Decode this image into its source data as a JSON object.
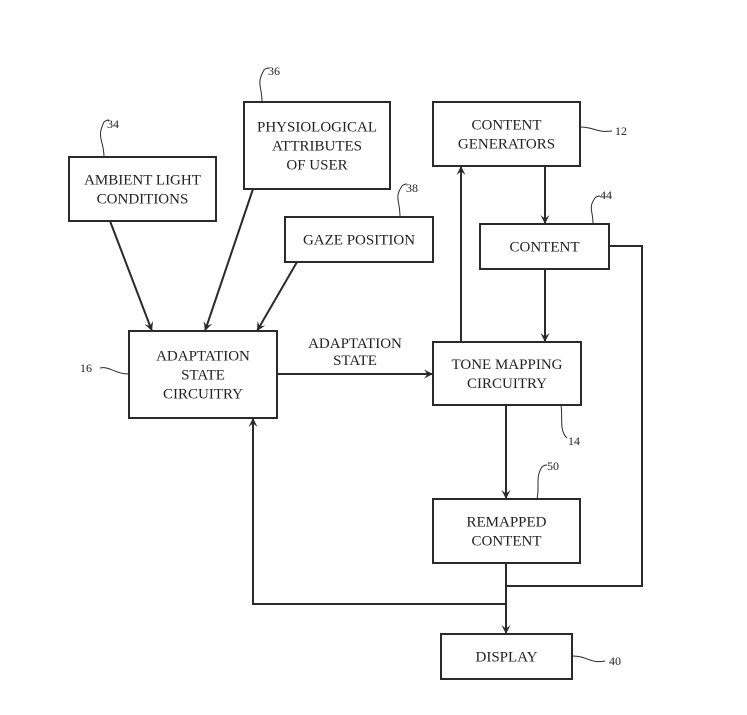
{
  "diagram": {
    "type": "block-diagram",
    "nodes": [
      {
        "id": "ambient",
        "lines": [
          "AMBIENT LIGHT",
          "CONDITIONS"
        ],
        "ref": "34"
      },
      {
        "id": "physio",
        "lines": [
          "PHYSIOLOGICAL",
          "ATTRIBUTES",
          "OF USER"
        ],
        "ref": "36"
      },
      {
        "id": "gaze",
        "lines": [
          "GAZE POSITION"
        ],
        "ref": "38"
      },
      {
        "id": "adaptation",
        "lines": [
          "ADAPTATION",
          "STATE",
          "CIRCUITRY"
        ],
        "ref": "16"
      },
      {
        "id": "generators",
        "lines": [
          "CONTENT",
          "GENERATORS"
        ],
        "ref": "12"
      },
      {
        "id": "content",
        "lines": [
          "CONTENT"
        ],
        "ref": "44"
      },
      {
        "id": "tone",
        "lines": [
          "TONE MAPPING",
          "CIRCUITRY"
        ],
        "ref": "14"
      },
      {
        "id": "remapped",
        "lines": [
          "REMAPPED",
          "CONTENT"
        ],
        "ref": "50"
      },
      {
        "id": "display",
        "lines": [
          "DISPLAY"
        ],
        "ref": "40"
      }
    ],
    "edges": [
      {
        "from": "ambient",
        "to": "adaptation"
      },
      {
        "from": "physio",
        "to": "adaptation"
      },
      {
        "from": "gaze",
        "to": "adaptation"
      },
      {
        "from": "adaptation",
        "to": "tone",
        "label": [
          "ADAPTATION",
          "STATE"
        ]
      },
      {
        "from": "tone",
        "to": "generators"
      },
      {
        "from": "generators",
        "to": "content"
      },
      {
        "from": "content",
        "to": "tone"
      },
      {
        "from": "tone",
        "to": "remapped"
      },
      {
        "from": "remapped",
        "to": "display"
      },
      {
        "from": "content",
        "to": "display"
      },
      {
        "from": "remapped",
        "to": "adaptation"
      }
    ]
  }
}
